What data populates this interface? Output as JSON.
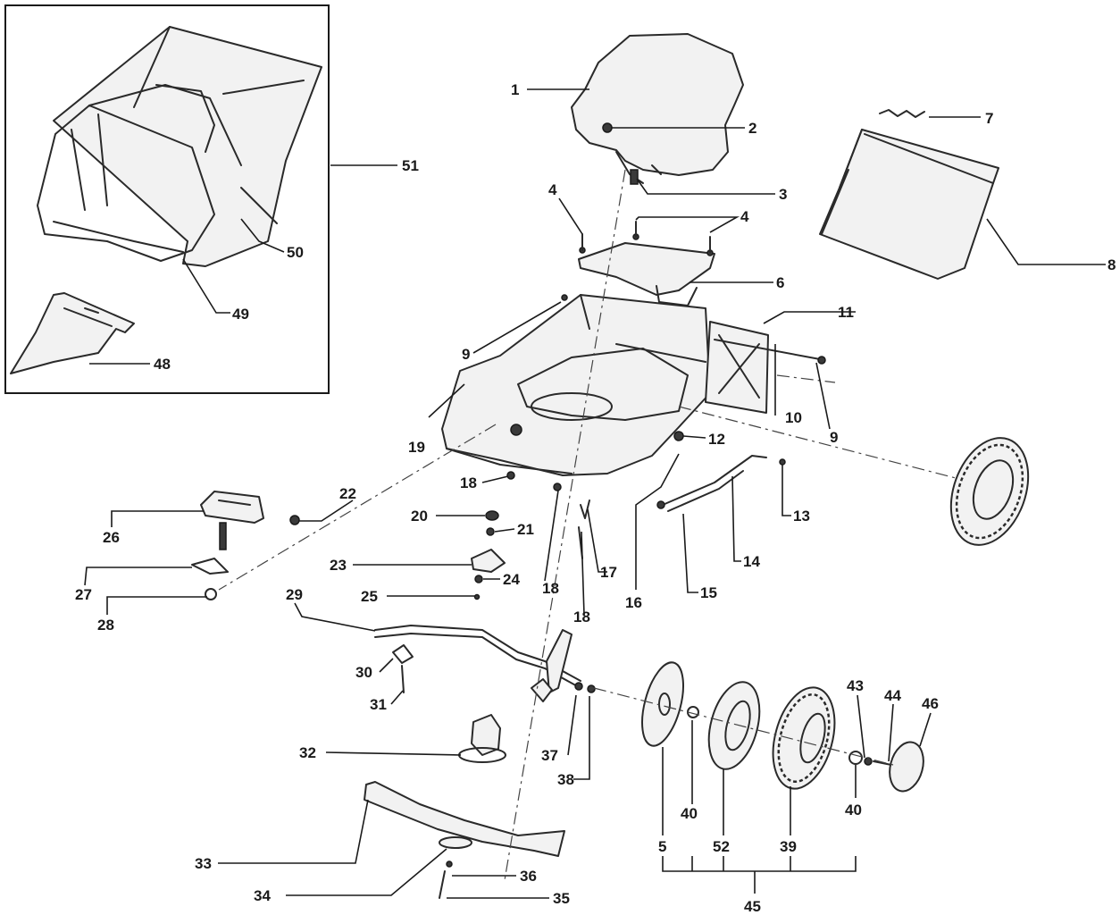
{
  "callouts": [
    {
      "id": "c1",
      "text": "1"
    },
    {
      "id": "c2",
      "text": "2"
    },
    {
      "id": "c3",
      "text": "3"
    },
    {
      "id": "c4a",
      "text": "4"
    },
    {
      "id": "c4b",
      "text": "4"
    },
    {
      "id": "c5",
      "text": "5"
    },
    {
      "id": "c6",
      "text": "6"
    },
    {
      "id": "c7",
      "text": "7"
    },
    {
      "id": "c8",
      "text": "8"
    },
    {
      "id": "c9a",
      "text": "9"
    },
    {
      "id": "c9b",
      "text": "9"
    },
    {
      "id": "c10",
      "text": "10"
    },
    {
      "id": "c11",
      "text": "11"
    },
    {
      "id": "c12",
      "text": "12"
    },
    {
      "id": "c13",
      "text": "13"
    },
    {
      "id": "c14",
      "text": "14"
    },
    {
      "id": "c15",
      "text": "15"
    },
    {
      "id": "c16",
      "text": "16"
    },
    {
      "id": "c17",
      "text": "17"
    },
    {
      "id": "c18a",
      "text": "18"
    },
    {
      "id": "c18b",
      "text": "18"
    },
    {
      "id": "c18c",
      "text": "18"
    },
    {
      "id": "c19",
      "text": "19"
    },
    {
      "id": "c20",
      "text": "20"
    },
    {
      "id": "c21",
      "text": "21"
    },
    {
      "id": "c22",
      "text": "22"
    },
    {
      "id": "c23",
      "text": "23"
    },
    {
      "id": "c24",
      "text": "24"
    },
    {
      "id": "c25",
      "text": "25"
    },
    {
      "id": "c26",
      "text": "26"
    },
    {
      "id": "c27",
      "text": "27"
    },
    {
      "id": "c28",
      "text": "28"
    },
    {
      "id": "c29",
      "text": "29"
    },
    {
      "id": "c30",
      "text": "30"
    },
    {
      "id": "c31",
      "text": "31"
    },
    {
      "id": "c32",
      "text": "32"
    },
    {
      "id": "c33",
      "text": "33"
    },
    {
      "id": "c34",
      "text": "34"
    },
    {
      "id": "c35",
      "text": "35"
    },
    {
      "id": "c36",
      "text": "36"
    },
    {
      "id": "c37",
      "text": "37"
    },
    {
      "id": "c38",
      "text": "38"
    },
    {
      "id": "c39",
      "text": "39"
    },
    {
      "id": "c40a",
      "text": "40"
    },
    {
      "id": "c40b",
      "text": "40"
    },
    {
      "id": "c43",
      "text": "43"
    },
    {
      "id": "c44",
      "text": "44"
    },
    {
      "id": "c45",
      "text": "45"
    },
    {
      "id": "c46",
      "text": "46"
    },
    {
      "id": "c48",
      "text": "48"
    },
    {
      "id": "c49",
      "text": "49"
    },
    {
      "id": "c50",
      "text": "50"
    },
    {
      "id": "c51",
      "text": "51"
    },
    {
      "id": "c52",
      "text": "52"
    }
  ]
}
